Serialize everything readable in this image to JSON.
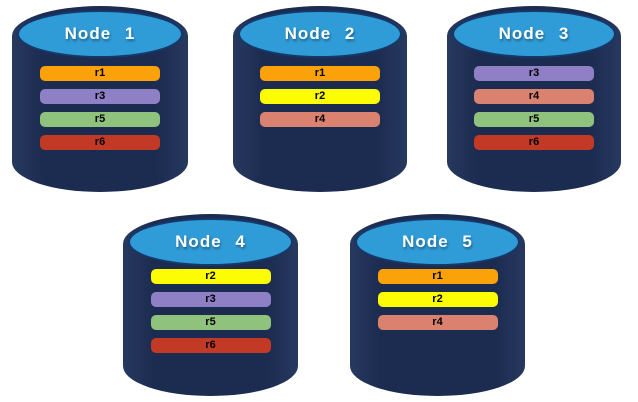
{
  "colors": {
    "cylinder_body": "#1C2B50",
    "cylinder_body_edge": "#27395F",
    "cylinder_top": "#2F9BD7",
    "cylinder_top_border": "#15396B",
    "replicas": {
      "r1": "#FBA109",
      "r2": "#FCFC05",
      "r3": "#8F80C6",
      "r4": "#DB8170",
      "r5": "#8FC37D",
      "r6": "#C23A26"
    }
  },
  "nodes": [
    {
      "label": "Node 1",
      "replicas": [
        "r1",
        "r3",
        "r5",
        "r6"
      ]
    },
    {
      "label": "Node 2",
      "replicas": [
        "r1",
        "r2",
        "r4"
      ]
    },
    {
      "label": "Node 3",
      "replicas": [
        "r3",
        "r4",
        "r5",
        "r6"
      ]
    },
    {
      "label": "Node 4",
      "replicas": [
        "r2",
        "r3",
        "r5",
        "r6"
      ]
    },
    {
      "label": "Node 5",
      "replicas": [
        "r1",
        "r2",
        "r4"
      ]
    }
  ]
}
